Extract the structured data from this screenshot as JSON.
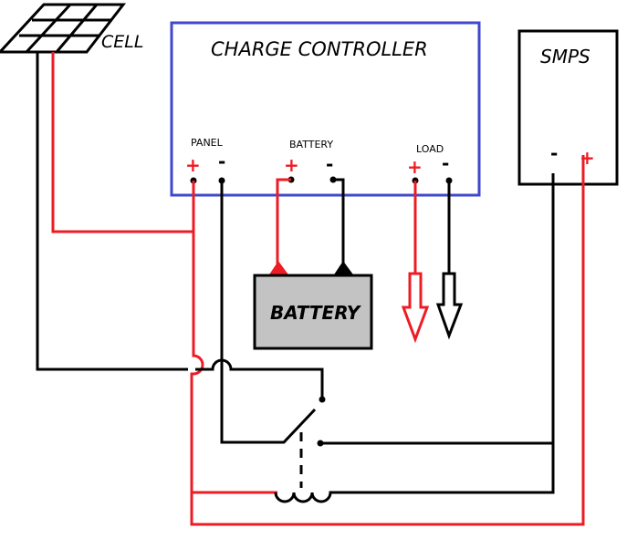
{
  "diagram": {
    "title": "Solar charge controller with SMPS relay changeover",
    "colors": {
      "positive_wire": "#ed1c24",
      "negative_wire": "#000000",
      "controller_border": "#3f48cc",
      "battery_fill": "#c3c3c3"
    },
    "solar_panel": {
      "label": "CELL",
      "icon": "solar-panel-icon"
    },
    "charge_controller": {
      "title": "CHARGE CONTROLLER",
      "terminals": [
        {
          "group": "PANEL",
          "positive": "+",
          "negative": "-"
        },
        {
          "group": "BATTERY",
          "positive": "+",
          "negative": "-"
        },
        {
          "group": "LOAD",
          "positive": "+",
          "negative": "-"
        }
      ]
    },
    "battery": {
      "label": "BATTERY"
    },
    "load": {
      "positive_arrow": "load-positive-output",
      "negative_arrow": "load-negative-output"
    },
    "smps": {
      "label": "SMPS",
      "negative": "-",
      "positive": "+"
    },
    "relay": {
      "switch": "SPDT relay contact",
      "coil": "relay coil"
    }
  }
}
